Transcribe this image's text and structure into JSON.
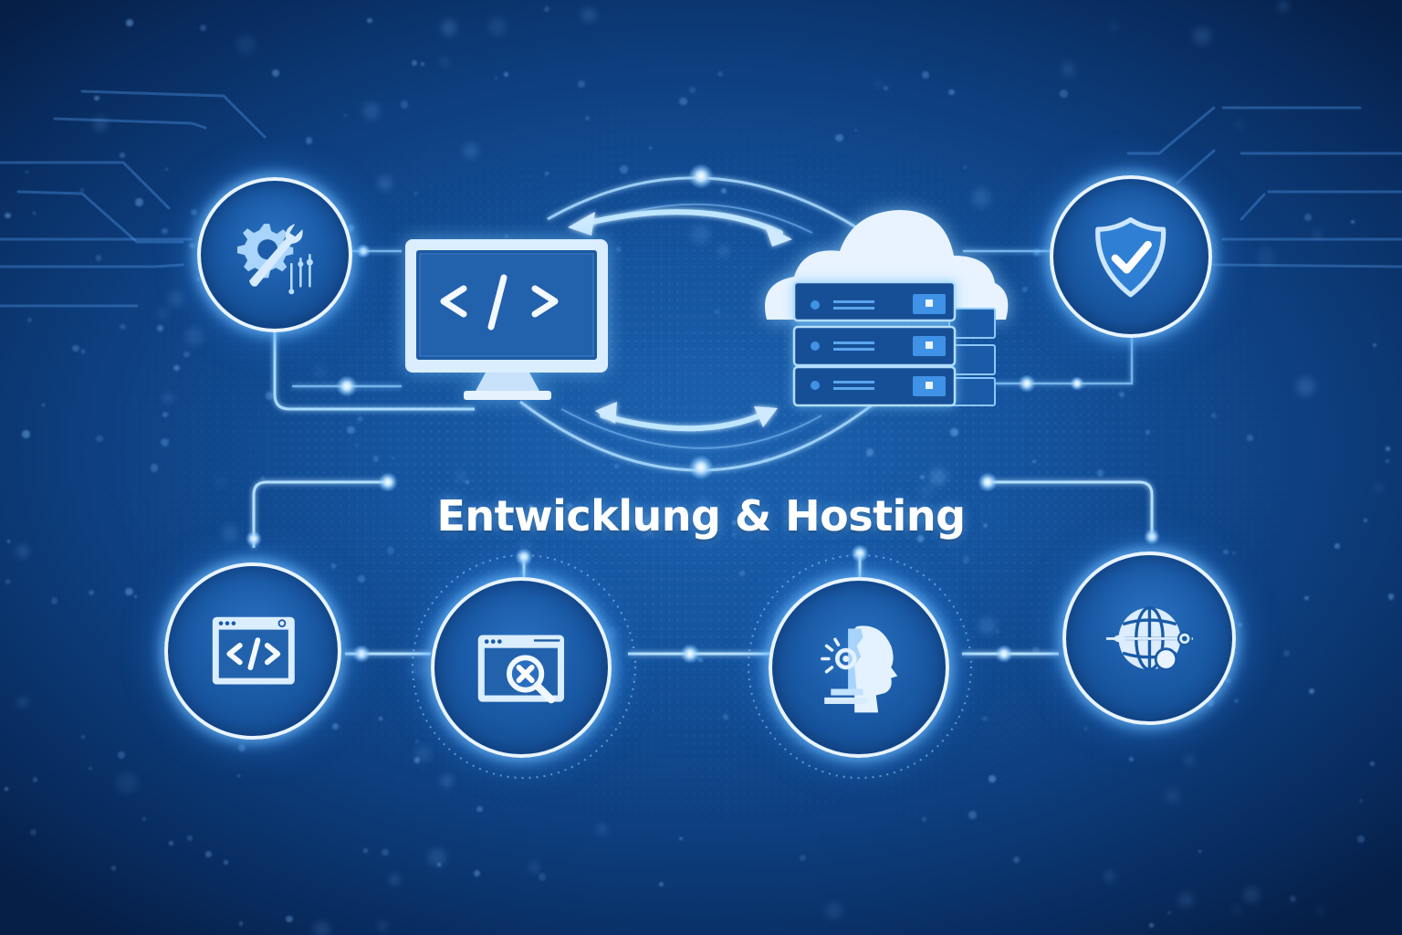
{
  "title": "Entwicklung & Hosting",
  "colors": {
    "background_center": "#1d63b0",
    "background_edge": "#061f47",
    "glow": "#6ebeff",
    "ring": "#e8f4ff",
    "icon_fill": "#cfe6ff",
    "node_fill": "#1a5aa6"
  },
  "diagram": {
    "central_pair": [
      {
        "id": "developer-monitor",
        "icon": "monitor-code-icon",
        "glyph": "</>"
      },
      {
        "id": "cloud-servers",
        "icon": "cloud-server-stack-icon"
      }
    ],
    "sync_arrows": {
      "icon": "bidirectional-sync-arrows"
    },
    "top_nodes": [
      {
        "id": "tools",
        "icon": "gear-wrench-icon"
      },
      {
        "id": "security",
        "icon": "shield-check-icon"
      }
    ],
    "bottom_nodes": [
      {
        "id": "web-code",
        "icon": "browser-code-icon",
        "glyph": "</>"
      },
      {
        "id": "debugging",
        "icon": "browser-search-error-icon"
      },
      {
        "id": "ai",
        "icon": "ai-head-icon"
      },
      {
        "id": "global-network",
        "icon": "globe-network-icon"
      }
    ]
  }
}
